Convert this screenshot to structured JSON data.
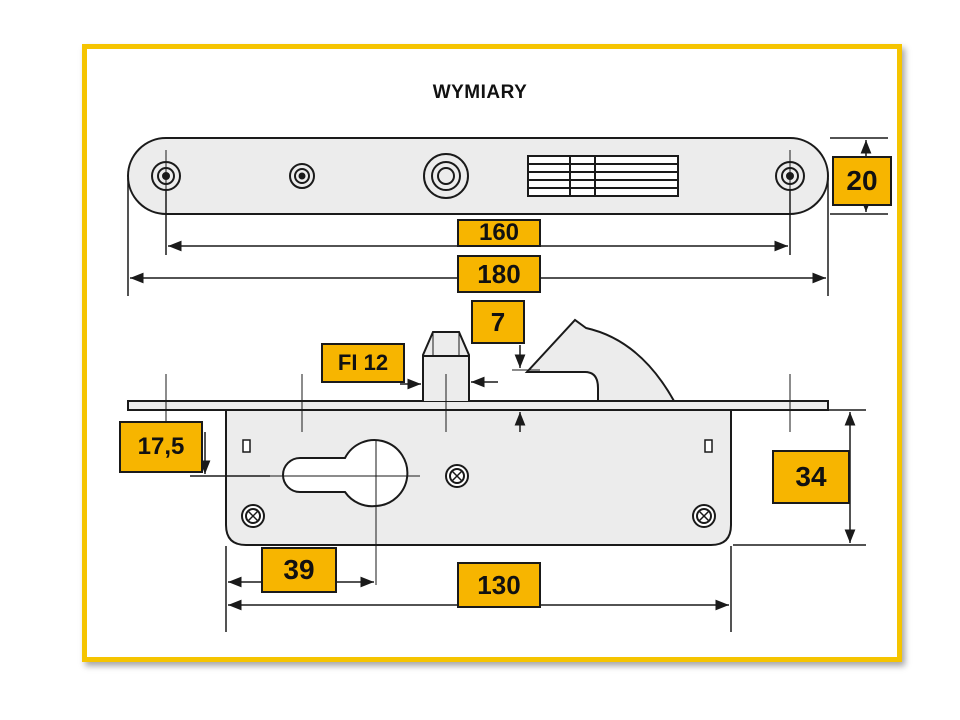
{
  "title": "WYMIARY",
  "colors": {
    "frame": "#f5c400",
    "badge": "#f7b500",
    "part_fill": "#ececec",
    "line": "#1a1a1a"
  },
  "dimensions": {
    "height_top": "20",
    "len_160": "160",
    "len_180": "180",
    "backset_7": "7",
    "fi12": "FI 12",
    "offset_17_5": "17,5",
    "depth_34": "34",
    "backset_39": "39",
    "len_130": "130"
  }
}
